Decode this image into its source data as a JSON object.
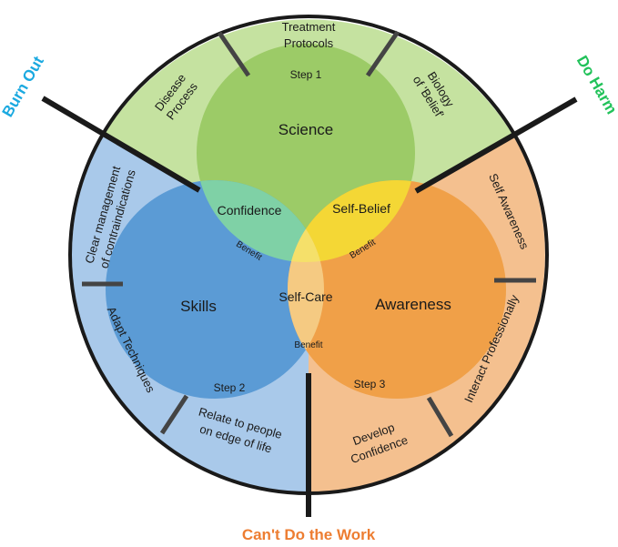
{
  "outer_labels": {
    "burn_out": "Burn Out",
    "do_harm": "Do Harm",
    "cant_do_work": "Can't Do the Work"
  },
  "circles": {
    "science": {
      "title": "Science",
      "step": "Step 1"
    },
    "skills": {
      "title": "Skills",
      "step": "Step 2"
    },
    "awareness": {
      "title": "Awareness",
      "step": "Step 3"
    }
  },
  "overlaps": {
    "confidence": {
      "title": "Confidence",
      "benefit": "Benefit"
    },
    "self_belief": {
      "title": "Self-Belief",
      "benefit": "Benefit"
    },
    "self_care": {
      "title": "Self-Care",
      "benefit": "Benefit"
    }
  },
  "ring": {
    "top": {
      "disease_process": [
        "Disease",
        "Process"
      ],
      "treatment_protocols": [
        "Treatment",
        "Protocols"
      ],
      "biology_of_belief": [
        "Biology",
        "of 'Belief'"
      ]
    },
    "right": {
      "self_awareness": "Self Awareness",
      "interact_professionally": "Interact Professionally",
      "develop_confidence": [
        "Develop",
        "Confidence"
      ]
    },
    "left": {
      "clear_management": [
        "Clear management",
        "of contraindications"
      ],
      "adapt_techniques": "Adapt Techniques",
      "relate_to_people": [
        "Relate to people",
        "on edge of life"
      ]
    }
  },
  "colors": {
    "science_ring": "#c5e2a0",
    "science_circle": "#9ccb67",
    "skills_ring": "#a9c9ea",
    "skills_circle": "#5b9bd5",
    "awareness_ring": "#f4c08f",
    "awareness_circle": "#f0a048",
    "confidence": "#7fd1a6",
    "self_belief": "#f4d735",
    "self_care": "#f5ca82",
    "burn_out": "#1ba9e0",
    "do_harm": "#22c25a",
    "cant_do_work": "#ed7d31"
  }
}
